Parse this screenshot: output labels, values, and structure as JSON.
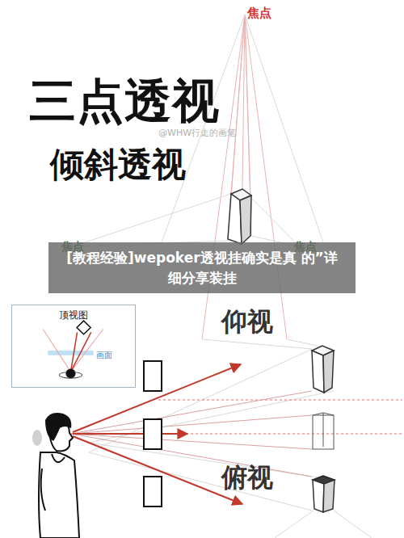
{
  "diagram": {
    "title": "三点透视",
    "nodes": [
      {
        "text": [
          "顶视图",
          "画面"
        ]
      }
    ],
    "labels": [
      "焦点",
      "倾斜透视",
      "@WHW行走的画笔",
      "焦点",
      "焦点",
      "[教程经验]wepoker透视挂确实是真 的”详细分享装挂",
      "仰视",
      "俯视"
    ]
  }
}
